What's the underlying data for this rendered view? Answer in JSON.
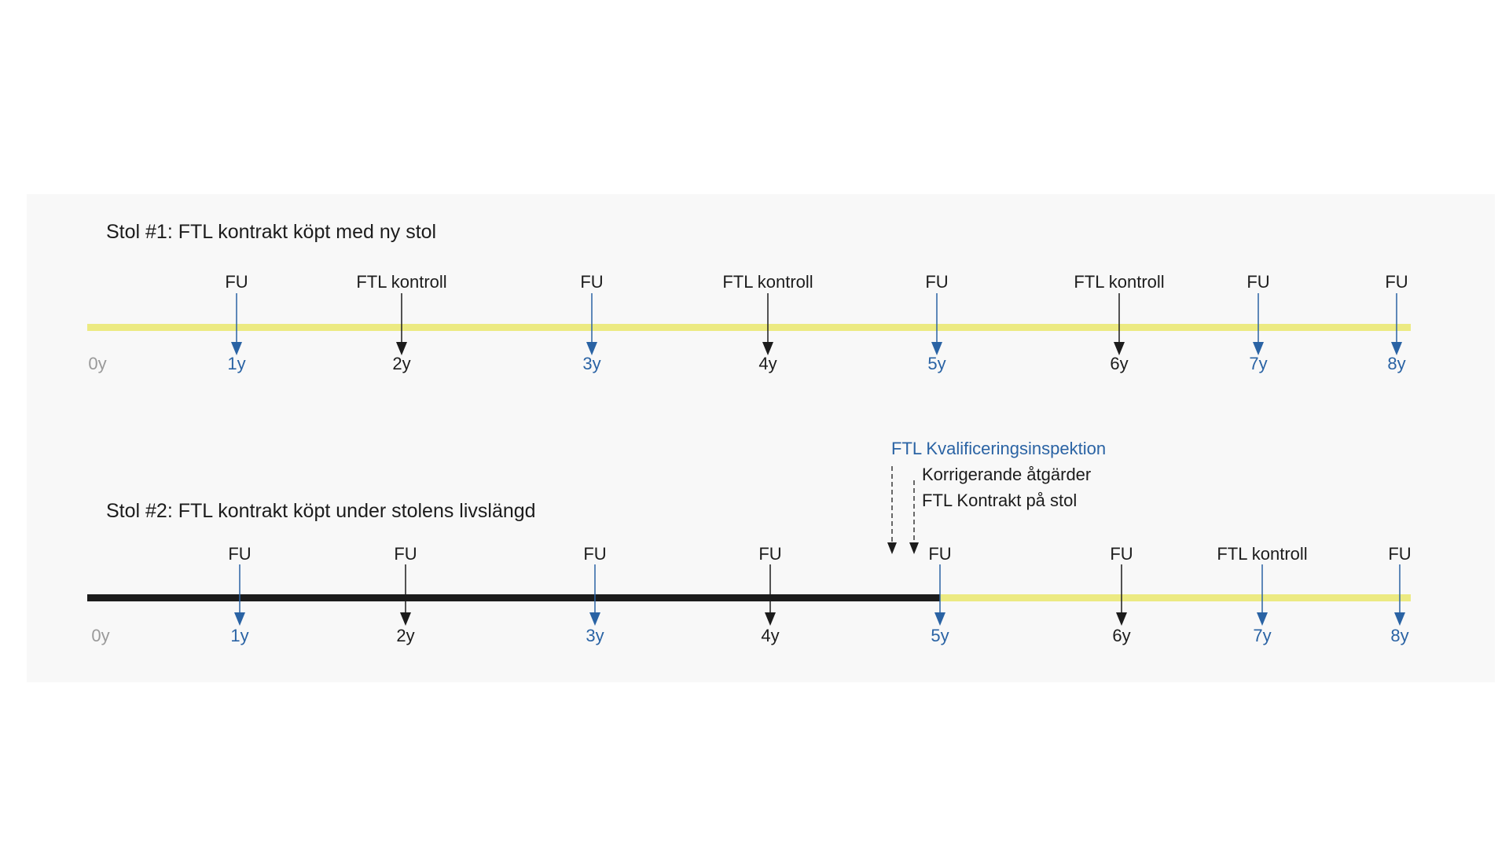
{
  "colors": {
    "blue": "#2a63a4",
    "black": "#1c1c1c",
    "gray": "#9a9a9a",
    "yellow": "#ecea82",
    "panel": "#f8f8f8"
  },
  "timelines": [
    {
      "title": "Stol #1: FTL kontrakt köpt med ny stol",
      "segments": [
        {
          "from": 0,
          "to": 8,
          "style": "yellow"
        }
      ],
      "start_label": "0y",
      "events": [
        {
          "year": 1,
          "label": "FU",
          "year_label": "1y",
          "color": "blue"
        },
        {
          "year": 2,
          "label": "FTL kontroll",
          "year_label": "2y",
          "color": "black"
        },
        {
          "year": 3,
          "label": "FU",
          "year_label": "3y",
          "color": "blue"
        },
        {
          "year": 4,
          "label": "FTL kontroll",
          "year_label": "4y",
          "color": "black"
        },
        {
          "year": 5,
          "label": "FU",
          "year_label": "5y",
          "color": "blue"
        },
        {
          "year": 6,
          "label": "FTL kontroll",
          "year_label": "6y",
          "color": "black"
        },
        {
          "year": 7,
          "label": "FU",
          "year_label": "7y",
          "color": "blue"
        },
        {
          "year": 8,
          "label": "FU",
          "year_label": "8y",
          "color": "blue"
        }
      ]
    },
    {
      "title": "Stol #2: FTL kontrakt köpt under stolens livslängd",
      "segments": [
        {
          "from": 0,
          "to": 5,
          "style": "black"
        },
        {
          "from": 5,
          "to": 8,
          "style": "yellow"
        }
      ],
      "start_label": "0y",
      "events": [
        {
          "year": 1,
          "label": "FU",
          "year_label": "1y",
          "color": "blue"
        },
        {
          "year": 2,
          "label": "FU",
          "year_label": "2y",
          "color": "black"
        },
        {
          "year": 3,
          "label": "FU",
          "year_label": "3y",
          "color": "blue"
        },
        {
          "year": 4,
          "label": "FU",
          "year_label": "4y",
          "color": "black"
        },
        {
          "year": 5,
          "label": "FU",
          "year_label": "5y",
          "color": "blue"
        },
        {
          "year": 6,
          "label": "FU",
          "year_label": "6y",
          "color": "black"
        },
        {
          "year": 7,
          "label": "FTL kontroll",
          "year_label": "7y",
          "color": "blue"
        },
        {
          "year": 8,
          "label": "FU",
          "year_label": "8y",
          "color": "blue"
        }
      ],
      "pre_events": [
        {
          "label": "FTL Kvalificeringsinspektion",
          "color": "blue"
        },
        {
          "label": "Korrigerande åtgärder",
          "color": "black"
        },
        {
          "label": "FTL Kontrakt på stol",
          "color": "black"
        }
      ]
    }
  ]
}
